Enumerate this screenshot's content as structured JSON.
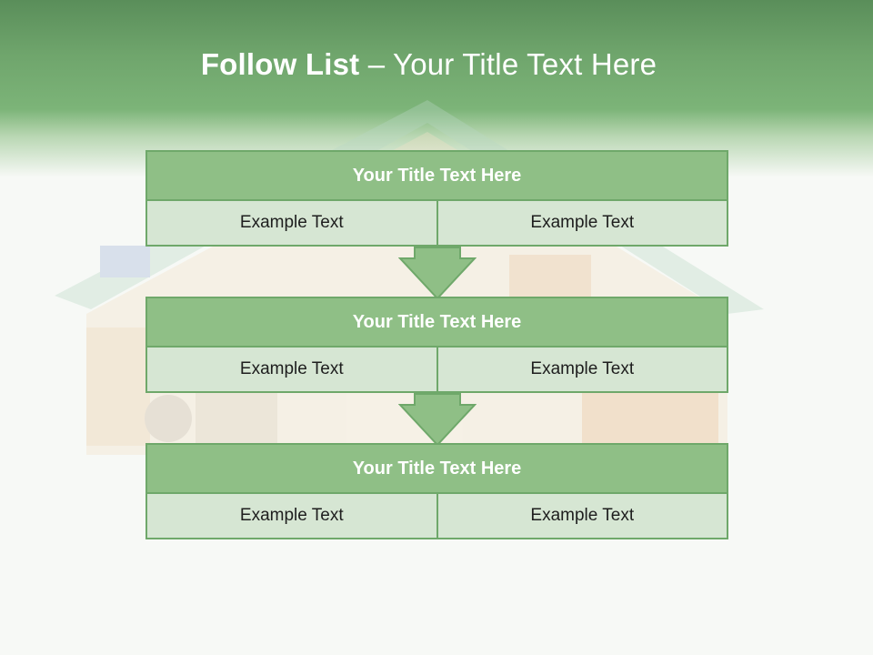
{
  "slide": {
    "title_bold": "Follow List",
    "title_rest": " – Your Title Text Here"
  },
  "steps": [
    {
      "title": "Your Title Text Here",
      "left": "Example Text",
      "right": "Example Text"
    },
    {
      "title": "Your Title Text Here",
      "left": "Example Text",
      "right": "Example Text"
    },
    {
      "title": "Your Title Text Here",
      "left": "Example Text",
      "right": "Example Text"
    }
  ],
  "colors": {
    "header": "#6fa56c",
    "box_head": "#8fbf86",
    "box_cell": "#d6e6d3",
    "border": "#6fa86a"
  }
}
